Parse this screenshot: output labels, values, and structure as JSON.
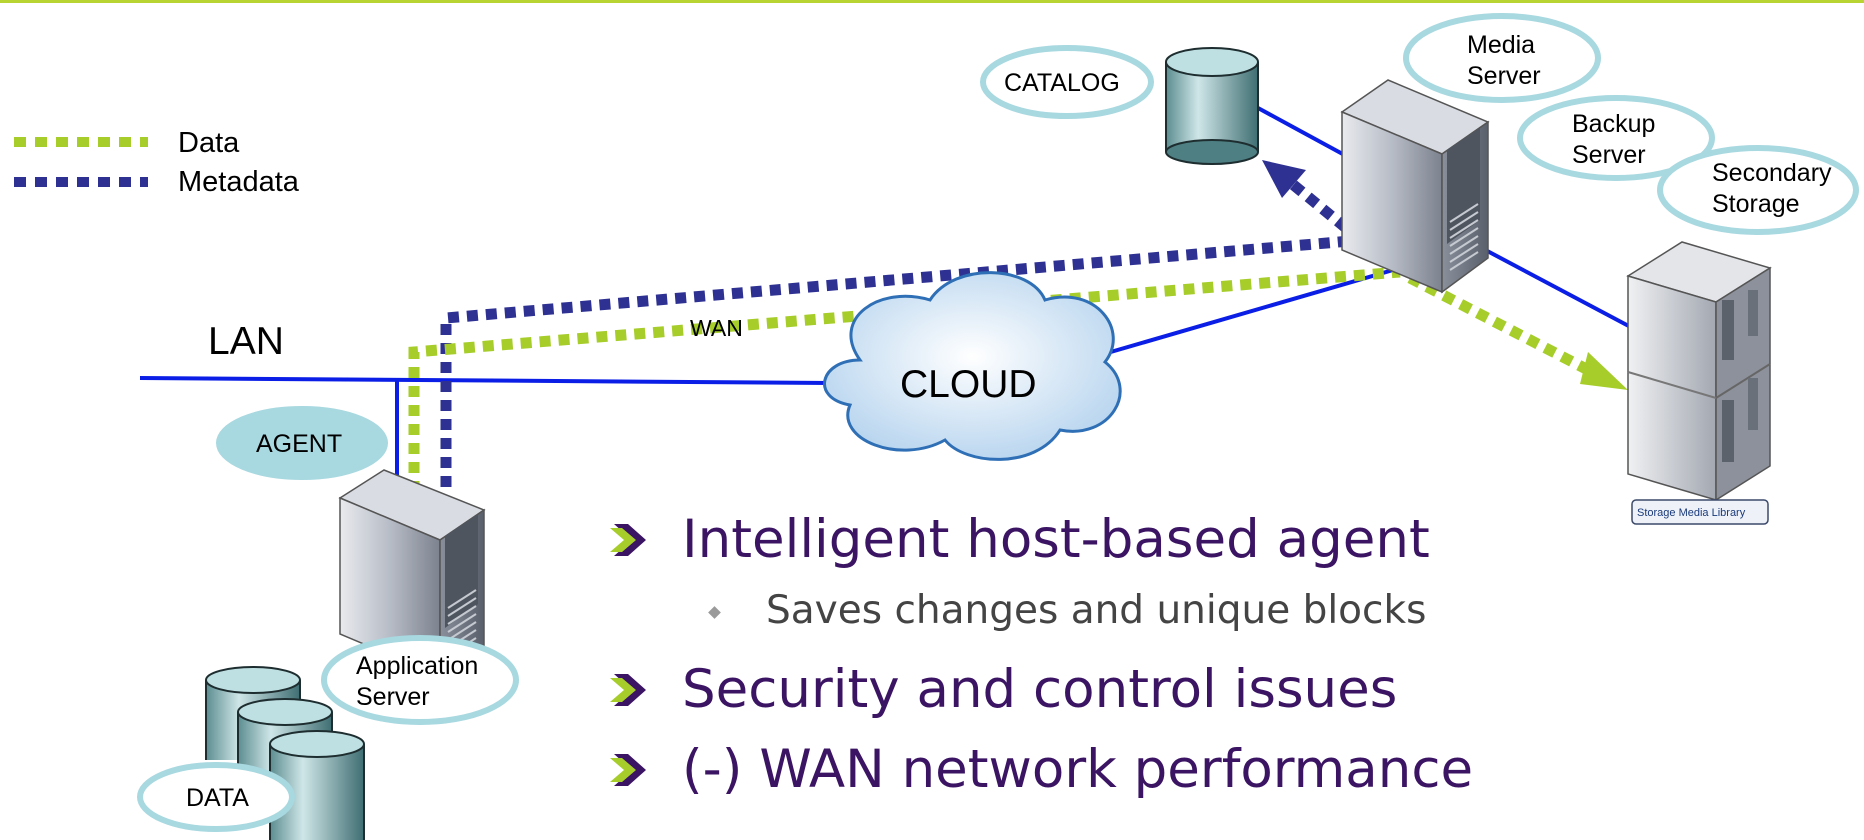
{
  "legend": {
    "data_label": "Data",
    "metadata_label": "Metadata"
  },
  "network": {
    "lan_label": "LAN",
    "wan_label": "WAN",
    "cloud_label": "CLOUD"
  },
  "nodes": {
    "catalog": "CATALOG",
    "media_server": [
      "Media",
      "Server"
    ],
    "backup_server": [
      "Backup",
      "Server"
    ],
    "secondary_storage": [
      "Secondary",
      "Storage"
    ],
    "agent": "AGENT",
    "application_server": [
      "Application",
      "Server"
    ],
    "data": "DATA",
    "storage_media_library": "Storage Media Library"
  },
  "colors": {
    "data_line": "#a6cd2a",
    "metadata_line": "#2e3192",
    "network_line": "#0a1ee6",
    "ellipse_border": "#a8d8e0",
    "bullet_text": "#3b1463",
    "top_rule": "#b8d433"
  },
  "bullets": [
    {
      "text": "Intelligent host-based agent",
      "sub": [
        "Saves changes and unique blocks"
      ]
    },
    {
      "text": "Security and control issues",
      "sub": []
    },
    {
      "text": "(-) WAN network performance",
      "sub": []
    }
  ]
}
